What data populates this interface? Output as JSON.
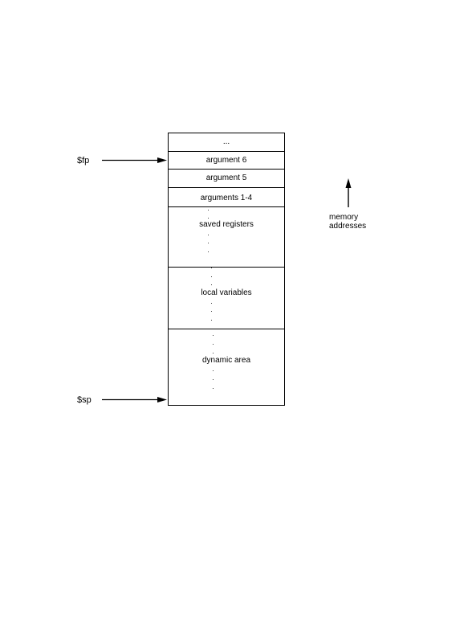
{
  "stack": {
    "top": "...",
    "arg6": "argument 6",
    "arg5": "argument 5",
    "args14": "arguments 1-4",
    "saved": "saved registers",
    "locals": "local variables",
    "dynamic": "dynamic area"
  },
  "pointers": {
    "fp": "$fp",
    "sp": "$sp"
  },
  "memory": {
    "line1": "memory",
    "line2": "addresses"
  }
}
